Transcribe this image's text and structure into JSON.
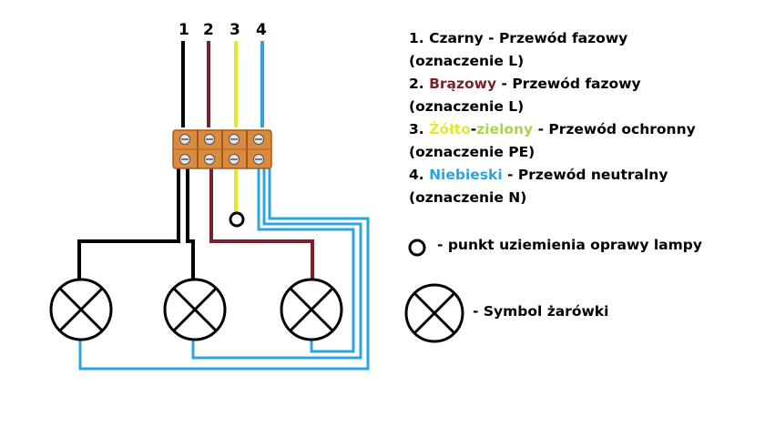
{
  "wires": [
    {
      "number": "1",
      "color": "#000000"
    },
    {
      "number": "2",
      "color": "#7a1f2b"
    },
    {
      "number": "3",
      "color": "#e8e82a"
    },
    {
      "number": "4",
      "color": "#2aa5df"
    }
  ],
  "colors": {
    "black": "#000000",
    "brown": "#7a1f2b",
    "yellow": "#e8e82a",
    "green": "#a8d64a",
    "blue": "#2aa5df",
    "terminal": "#d98a3c"
  },
  "legend": {
    "item1": {
      "prefix": "1. ",
      "color_word": "Czarny",
      "suffix": " - Przewód fazowy",
      "note": "(oznaczenie L)"
    },
    "item2": {
      "prefix": "2. ",
      "color_word": "Brązowy",
      "suffix": " - Przewód fazowy",
      "note": "(oznaczenie L)"
    },
    "item3": {
      "prefix": "3. ",
      "color_word_a": "Żółto",
      "dash": "-",
      "color_word_b": "zielony",
      "suffix": " - Przewód ochronny",
      "note": "(oznaczenie PE)"
    },
    "item4": {
      "prefix": "4. ",
      "color_word": "Niebieski",
      "suffix": " - Przewód neutralny",
      "note": "(oznaczenie N)"
    }
  },
  "symbols": {
    "ground_label": "- punkt uziemienia oprawy lampy",
    "bulb_label": "- Symbol żarówki"
  }
}
